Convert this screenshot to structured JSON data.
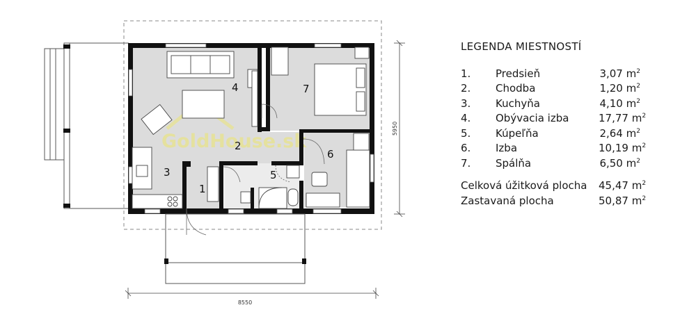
{
  "legend": {
    "title": "LEGENDA MIESTNOSTÍ",
    "unit": "m",
    "unit_sup": "2",
    "rooms": [
      {
        "num": "1.",
        "name": "Predsieň",
        "area": "3,07"
      },
      {
        "num": "2.",
        "name": "Chodba",
        "area": "1,20"
      },
      {
        "num": "3.",
        "name": "Kuchyňa",
        "area": "4,10"
      },
      {
        "num": "4.",
        "name": "Obývacia izba",
        "area": "17,77"
      },
      {
        "num": "5.",
        "name": "Kúpeľňa",
        "area": "2,64"
      },
      {
        "num": "6.",
        "name": "Izba",
        "area": "10,19"
      },
      {
        "num": "7.",
        "name": "Spálňa",
        "area": "6,50"
      }
    ],
    "totals": [
      {
        "name": "Celková úžitková plocha",
        "area": "45,47"
      },
      {
        "name": "Zastavaná plocha",
        "area": "50,87"
      }
    ]
  },
  "plan": {
    "room_labels": [
      "1",
      "2",
      "3",
      "4",
      "5",
      "6",
      "7"
    ],
    "dim_width": "8550",
    "dim_height": "5950",
    "watermark": "GoldHouse.sk",
    "colors": {
      "wall": "#111111",
      "floor": "#dcdcdc",
      "outline": "#555555",
      "watermark": "#e8e38a"
    }
  }
}
